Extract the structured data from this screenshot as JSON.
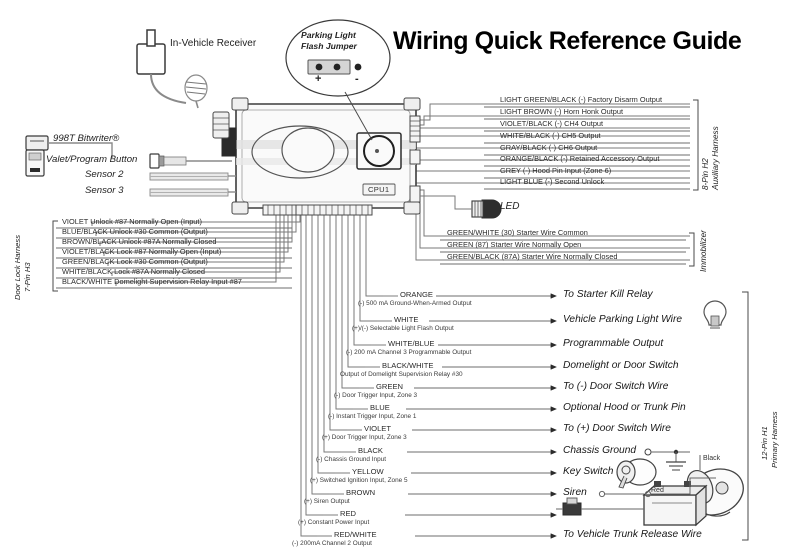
{
  "title": "Wiring Quick Reference Guide",
  "devices": {
    "receiver_label": "In-Vehicle Receiver",
    "bitwriter_label": "998T Bitwriter®",
    "valet_label": "Valet/Program Button",
    "sensor2_label": "Sensor 2",
    "sensor3_label": "Sensor 3",
    "cpu_label": "CPU1",
    "led_label": "LED"
  },
  "jumper": {
    "title_line1": "Parking Light",
    "title_line2": "Flash Jumper",
    "plus": "+",
    "minus": "-"
  },
  "harness_aux": {
    "name_line1": "8-Pin H2",
    "name_line2": "Auxiliary Harness",
    "rows": [
      {
        "wire": "LIGHT GREEN/BLACK",
        "desc": "(-) Factory Disarm Output"
      },
      {
        "wire": "LIGHT BROWN",
        "desc": "(-) Horn Honk Output"
      },
      {
        "wire": "VIOLET/BLACK",
        "desc": "(-) CH4 Output"
      },
      {
        "wire": "WHITE/BLACK",
        "desc": "(-) CH5 Output"
      },
      {
        "wire": "GRAY/BLACK",
        "desc": "(-) CH6 Output"
      },
      {
        "wire": "ORANGE/BLACK",
        "desc": "(-) Retained Accessory Output"
      },
      {
        "wire": "GREY",
        "desc": "(-) Hood Pin Input (Zone 6)"
      },
      {
        "wire": "LIGHT BLUE",
        "desc": "(-) Second Unlock"
      }
    ]
  },
  "harness_immobilizer": {
    "name": "Immobilizer",
    "rows": [
      {
        "wire": "GREEN/WHITE",
        "desc": "(30) Starter Wire Common"
      },
      {
        "wire": "GREEN",
        "desc": "(87) Starter Wire Normally Open"
      },
      {
        "wire": "GREEN/BLACK",
        "desc": "(87A) Starter Wire Normally Closed"
      }
    ]
  },
  "harness_doorlock": {
    "name_line1": "7-Pin H3",
    "name_line2": "Door Lock Harness",
    "rows": [
      {
        "wire": "VIOLET",
        "desc": "Unlock #87 Normally Open (Input)"
      },
      {
        "wire": "BLUE/BLACK",
        "desc": "Unlock #30 Common (Output)"
      },
      {
        "wire": "BROWN/BLACK",
        "desc": "Unlock #87A Normally Closed"
      },
      {
        "wire": "VIOLET/BLACK",
        "desc": "Lock #87 Normally Open (Input)"
      },
      {
        "wire": "GREEN/BLACK",
        "desc": "Lock #30 Common (Output)"
      },
      {
        "wire": "WHITE/BLACK",
        "desc": "Lock #87A Normally Closed"
      },
      {
        "wire": "BLACK/WHITE",
        "desc": "Domelight Supervision Relay Input #87"
      }
    ]
  },
  "harness_primary": {
    "name_line1": "12-Pin H1",
    "name_line2": "Primary Harness",
    "rows": [
      {
        "wire": "ORANGE",
        "desc": "(-) 500 mA Ground-When-Armed Output",
        "dest": "To Starter Kill Relay"
      },
      {
        "wire": "WHITE",
        "desc": "(+)/(-) Selectable Light Flash Output",
        "dest": "Vehicle Parking Light Wire"
      },
      {
        "wire": "WHITE/BLUE",
        "desc": "(-) 200 mA Channel 3 Programmable Output",
        "dest": "Programmable Output"
      },
      {
        "wire": "BLACK/WHITE",
        "desc": "Output of Domelight Supervision Relay #30",
        "dest": "Domelight or Door Switch"
      },
      {
        "wire": "GREEN",
        "desc": "(-) Door Trigger Input, Zone 3",
        "dest": "To (-) Door Switch Wire"
      },
      {
        "wire": "BLUE",
        "desc": "(-) Instant Trigger Input, Zone 1",
        "dest": "Optional Hood or Trunk Pin"
      },
      {
        "wire": "VIOLET",
        "desc": "(+) Door Trigger Input, Zone 3",
        "dest": "To (+) Door Switch Wire"
      },
      {
        "wire": "BLACK",
        "desc": "(-) Chassis Ground Input",
        "dest": "Chassis Ground"
      },
      {
        "wire": "YELLOW",
        "desc": "(+) Switched Ignition Input, Zone 5",
        "dest": "Key Switch"
      },
      {
        "wire": "BROWN",
        "desc": "(+) Siren Output",
        "dest": "Siren"
      },
      {
        "wire": "RED",
        "desc": "(+) Constant Power Input",
        "dest": ""
      },
      {
        "wire": "RED/WHITE",
        "desc": "(-) 200mA Channel 2 Output",
        "dest": "To Vehicle Trunk Release Wire"
      }
    ]
  },
  "annotations": {
    "siren_red": "Red",
    "siren_black": "Black"
  },
  "colors": {
    "line": "#6e6e6e",
    "dark_line": "#3c3c3c",
    "text": "#1a1a1a",
    "fill_light": "#f2f2f2",
    "fill_mid": "#d8d8d8"
  }
}
